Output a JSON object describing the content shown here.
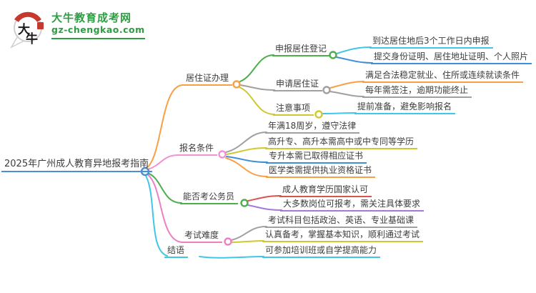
{
  "logo": {
    "title": "大牛教育成考网",
    "url": "gz-chengkao.com",
    "bubble_text_top": "大",
    "bubble_text_bottom": "牛",
    "green": "#2f9c44",
    "red": "#c5392f"
  },
  "mindmap": {
    "root": {
      "label": "2025年广州成人教育异地报考指南",
      "color": "#4a90d2"
    },
    "branches": [
      {
        "label": "居住证办理",
        "color": "#f7a045",
        "children": [
          {
            "label": "申报居住登记",
            "color": "#4cae4c",
            "children": [
              {
                "label": "到达居住地后3个工作日内申报",
                "color": "#41c7e6"
              },
              {
                "label": "提交身份证明、居住地址证明、个人照片",
                "color": "#3f8fd8"
              }
            ]
          },
          {
            "label": "申请居住证",
            "color": "#a0a0a0",
            "children": [
              {
                "label": "满足合法稳定就业、住所或连续就读条件",
                "color": "#f7a045"
              },
              {
                "label": "每年需签注，逾期功能终止",
                "color": "#a0a0a0"
              }
            ]
          },
          {
            "label": "注意事项",
            "color": "#d0c830",
            "children": [
              {
                "label": "提前准备，避免影响报名",
                "color": "#41c7e6"
              }
            ]
          }
        ]
      },
      {
        "label": "报名条件",
        "color": "#f193d3",
        "children": [
          {
            "label": "年满18周岁，遵守法律",
            "color": "#a0a0a0"
          },
          {
            "label": "高升专、高升本需高中或中专同等学历",
            "color": "#d0c830"
          },
          {
            "label": "专升本需已取得相应证书",
            "color": "#3f8fd8"
          },
          {
            "label": "医学类需提供执业资格证书",
            "color": "#f7a045"
          }
        ]
      },
      {
        "label": "能否考公务员",
        "color": "#4cae4c",
        "children": [
          {
            "label": "成人教育学历国家认可",
            "color": "#d9534f"
          },
          {
            "label": "大多数岗位可报考，需关注具体要求",
            "color": "#a678d8"
          }
        ]
      },
      {
        "label": "考试难度",
        "color": "#ee7fc4",
        "children": [
          {
            "label": "考试科目包括政治、英语、专业基础课",
            "color": "#a0a0a0"
          },
          {
            "label": "认真备考，掌握基本知识，顺利通过考试",
            "color": "#d0c830"
          }
        ]
      },
      {
        "label": "结语",
        "color": "#41c7e6",
        "children": [
          {
            "label": "可参加培训班或自学提高能力",
            "color": "#41c7e6"
          }
        ]
      }
    ]
  }
}
